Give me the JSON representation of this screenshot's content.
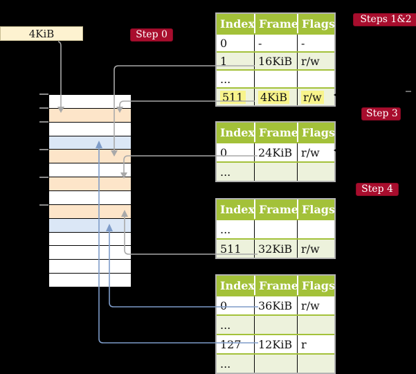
{
  "colors": {
    "background": "#000000",
    "badge_bg": "#a80d2d",
    "badge_border": "#870a24",
    "badge_text": "#ffffff",
    "header_green": "#a3c139",
    "row_green": "#edf2dc",
    "row_white": "#ffffff",
    "row_orange": "#fde5c9",
    "row_blue": "#dbe7f6",
    "label_box_bg": "#fdf2d0",
    "label_box_border": "#c9bd93",
    "highlight_yellow": "#f8f48b",
    "line_gray": "#a9a9a9",
    "line_blue": "#7e9cc9",
    "table_border": "#b3b3b3",
    "cell_divider": "#000000",
    "tick_gray": "#8c8c8c"
  },
  "labels": {
    "frame_size": "4KiB",
    "badges": [
      {
        "id": "step0",
        "text": "Step 0"
      },
      {
        "id": "steps12",
        "text": "Steps 1&2"
      },
      {
        "id": "step3",
        "text": "Step 3"
      },
      {
        "id": "step4",
        "text": "Step 4"
      }
    ]
  },
  "memory": {
    "rows": [
      "white",
      "orange",
      "white",
      "blue",
      "orange",
      "white",
      "orange",
      "white",
      "orange",
      "blue",
      "white",
      "white",
      "white",
      "white"
    ],
    "ticks_y": [
      135,
      155,
      175,
      215,
      255,
      295
    ]
  },
  "tables": [
    {
      "id": "table-l4",
      "step": "Steps 1&2",
      "columns": [
        "Index",
        "Frame",
        "Flags"
      ],
      "rows": [
        {
          "cells": [
            "0",
            "-",
            "-"
          ],
          "shade": "white"
        },
        {
          "cells": [
            "1",
            "16KiB",
            "r/w"
          ],
          "shade": "green"
        },
        {
          "cells": [
            "...",
            "",
            ""
          ],
          "shade": "white"
        },
        {
          "cells": [
            "511",
            "4KiB",
            "r/w"
          ],
          "shade": "green",
          "highlight": true
        }
      ]
    },
    {
      "id": "table-l3",
      "step": "Step 3",
      "columns": [
        "Index",
        "Frame",
        "Flags"
      ],
      "rows": [
        {
          "cells": [
            "0",
            "24KiB",
            "r/w"
          ],
          "shade": "white"
        },
        {
          "cells": [
            "...",
            "",
            ""
          ],
          "shade": "green"
        }
      ]
    },
    {
      "id": "table-l2",
      "step": "Step 4",
      "columns": [
        "Index",
        "Frame",
        "Flags"
      ],
      "rows": [
        {
          "cells": [
            "...",
            "",
            ""
          ],
          "shade": "white"
        },
        {
          "cells": [
            "511",
            "32KiB",
            "r/w"
          ],
          "shade": "green"
        }
      ]
    },
    {
      "id": "table-l1",
      "step": "",
      "columns": [
        "Index",
        "Frame",
        "Flags"
      ],
      "rows": [
        {
          "cells": [
            "0",
            "36KiB",
            "r/w"
          ],
          "shade": "white"
        },
        {
          "cells": [
            "...",
            "",
            ""
          ],
          "shade": "green"
        },
        {
          "cells": [
            "127",
            "12KiB",
            "r"
          ],
          "shade": "white"
        },
        {
          "cells": [
            "...",
            "",
            ""
          ],
          "shade": "green"
        }
      ]
    }
  ]
}
